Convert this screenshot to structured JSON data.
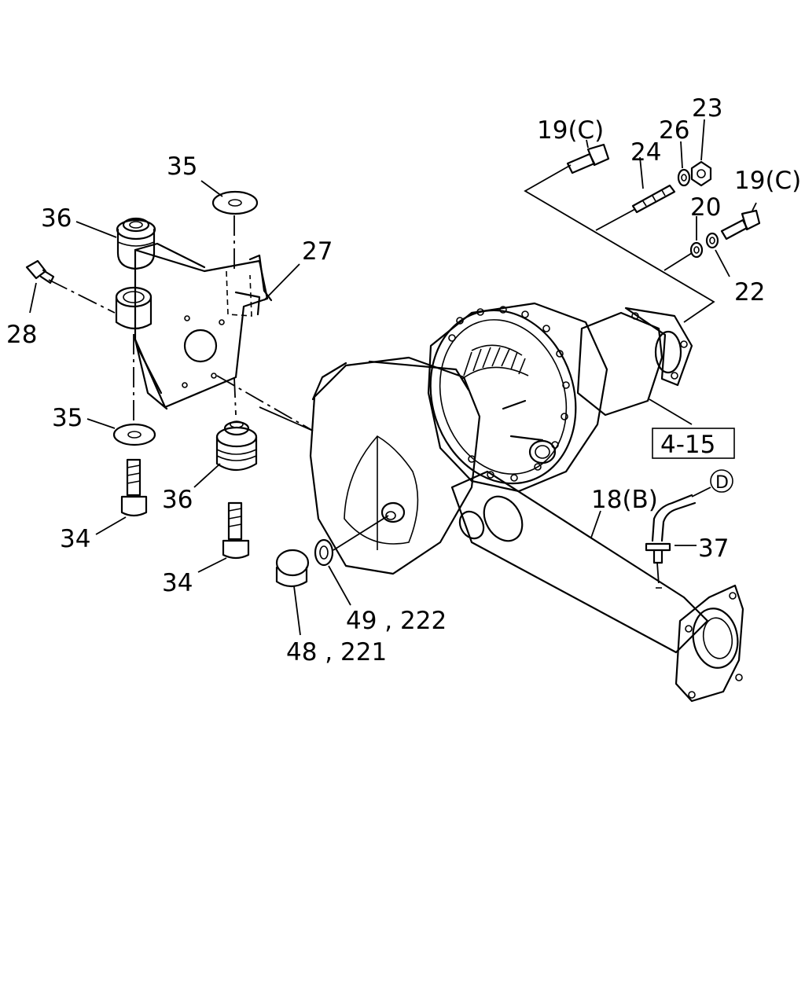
{
  "callouts": {
    "c19c_top": "19(C)",
    "c24": "24",
    "c26": "26",
    "c23": "23",
    "c19c_right": "19(C)",
    "c20": "20",
    "c22": "22",
    "c35_top": "35",
    "c36_top": "36",
    "c27": "27",
    "c28": "28",
    "c35_bottom": "35",
    "c36_bottom": "36",
    "c34_left": "34",
    "c34_right": "34",
    "c4_15": "4-15",
    "c18b": "18(B)",
    "cD": "D",
    "c37": "37",
    "c49_222": "49 , 222",
    "c48_221": "48 , 221"
  }
}
